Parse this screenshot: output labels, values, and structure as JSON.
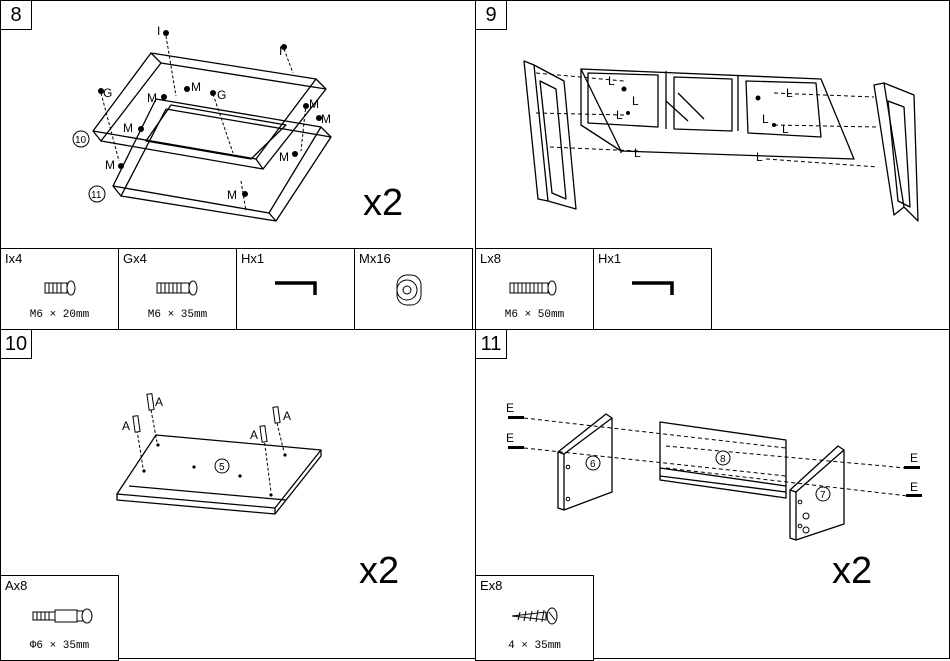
{
  "steps": [
    {
      "number": "8",
      "multiplier": "x2",
      "parts": [
        {
          "label": "Ix4",
          "size": "M6 × 20mm",
          "icon": "short-bolt-icon"
        },
        {
          "label": "Gx4",
          "size": "M6 × 35mm",
          "icon": "medium-bolt-icon"
        },
        {
          "label": "Hx1",
          "size": "",
          "icon": "allen-key-icon"
        },
        {
          "label": "Mx16",
          "size": "",
          "icon": "spacer-ring-icon"
        }
      ],
      "callouts": [
        "I",
        "I",
        "G",
        "G",
        "M",
        "M",
        "M",
        "M",
        "M",
        "M",
        "M",
        "M",
        "10",
        "11"
      ]
    },
    {
      "number": "9",
      "multiplier": "",
      "parts": [
        {
          "label": "Lx8",
          "size": "M6 × 50mm",
          "icon": "long-bolt-icon"
        },
        {
          "label": "Hx1",
          "size": "",
          "icon": "allen-key-icon"
        }
      ],
      "callouts": [
        "L",
        "L",
        "L",
        "L",
        "L",
        "L",
        "L",
        "L"
      ]
    },
    {
      "number": "10",
      "multiplier": "x2",
      "parts": [
        {
          "label": "Ax8",
          "size": "Φ6 × 35mm",
          "icon": "cam-dowel-icon"
        }
      ],
      "callouts": [
        "A",
        "A",
        "A",
        "A",
        "5"
      ]
    },
    {
      "number": "11",
      "multiplier": "x2",
      "parts": [
        {
          "label": "Ex8",
          "size": "4 × 35mm",
          "icon": "wood-screw-icon"
        }
      ],
      "callouts": [
        "E",
        "E",
        "E",
        "E",
        "6",
        "8",
        "7"
      ]
    }
  ]
}
